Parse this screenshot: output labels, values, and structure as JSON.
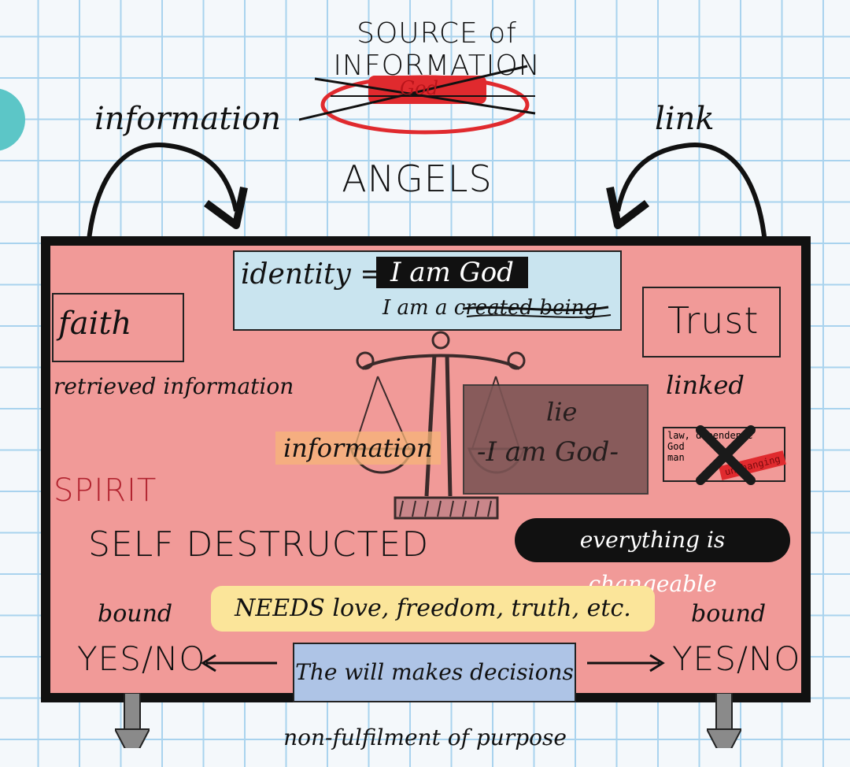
{
  "title": "SOURCE of INFORMATION",
  "crossed_word": "God",
  "angels": "ANGELS",
  "left_arrow_label": "information",
  "right_arrow_label": "link",
  "identity": {
    "label": "identity =",
    "claim": "I am God",
    "truth": "I am a created being"
  },
  "faith": "faith",
  "trust": "Trust",
  "retrieved": "retrieved information",
  "linked": "linked",
  "scale_left": "information",
  "lie_label": "lie",
  "lie_text": "-I am God-",
  "law_box": {
    "lines": [
      "law, dependence",
      "God",
      "man"
    ],
    "stamp": "unchanging"
  },
  "spirit": "SPIRIT",
  "self_destructed": "SELF DESTRUCTED",
  "changeable": "everything is changeable",
  "needs": "NEEDS love, freedom, truth, etc.",
  "will": "The will makes decisions",
  "bound_left": "bound",
  "yesno_left": "YES/NO",
  "bound_right": "bound",
  "yesno_right": "YES/NO",
  "purpose": "non-fulfilment of purpose",
  "colors": {
    "panel": "#f19a98",
    "grid": "#a9d3ee",
    "red_stamp": "#e02a2e",
    "spirit": "#b22430",
    "teal": "#5cc6c7"
  }
}
